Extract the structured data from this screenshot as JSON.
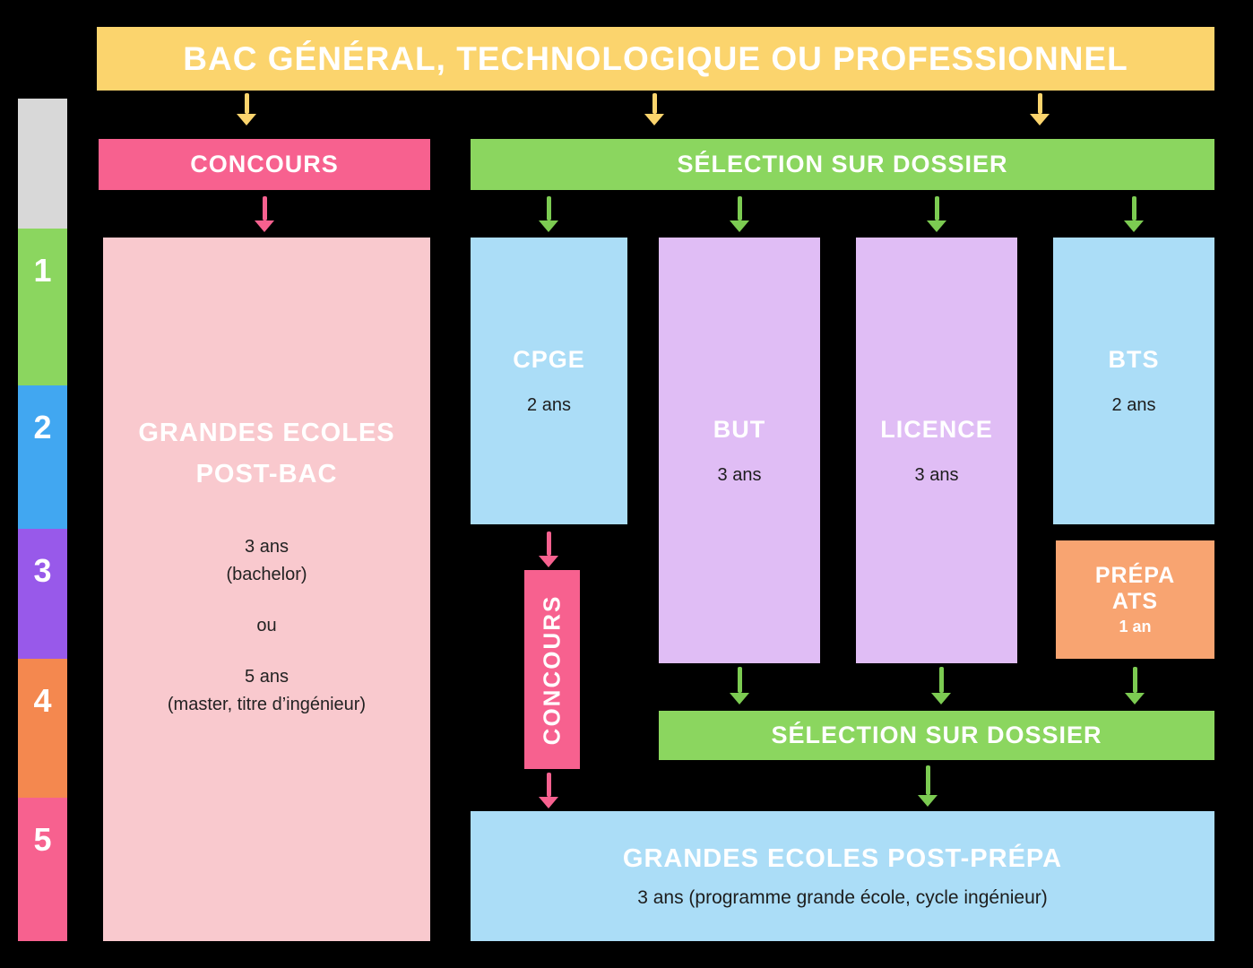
{
  "colors": {
    "background": "#000000",
    "yellow": "#FBD46D",
    "pink": "#F7618F",
    "light_pink": "#F9C9CE",
    "green": "#8BD65F",
    "light_blue": "#ABDDF7",
    "light_purple": "#E0BDF5",
    "orange": "#F8A471",
    "timeline_gray": "#D8D8D8",
    "timeline_blue": "#41A7F1",
    "timeline_purple": "#9859EA",
    "timeline_orange": "#F4884F"
  },
  "banner": {
    "label": "BAC GÉNÉRAL, TECHNOLOGIQUE OU PROFESSIONNEL"
  },
  "timeline": {
    "segments": [
      {
        "label": ""
      },
      {
        "label": "1"
      },
      {
        "label": "2"
      },
      {
        "label": "3"
      },
      {
        "label": "4"
      },
      {
        "label": "5"
      }
    ]
  },
  "concours_top": {
    "label": "CONCOURS"
  },
  "selection_top": {
    "label": "SÉLECTION SUR DOSSIER"
  },
  "post_bac": {
    "title_line1": "GRANDES ECOLES",
    "title_line2": "POST-BAC",
    "option1_line1": "3 ans",
    "option1_line2": "(bachelor)",
    "or_label": "ou",
    "option2_line1": "5 ans",
    "option2_line2": "(master, titre d’ingénieur)"
  },
  "cpge": {
    "title": "CPGE",
    "duration": "2 ans"
  },
  "concours_vertical": {
    "label": "CONCOURS"
  },
  "but": {
    "title": "BUT",
    "duration": "3 ans"
  },
  "licence": {
    "title": "LICENCE",
    "duration": "3 ans"
  },
  "bts": {
    "title": "BTS",
    "duration": "2 ans"
  },
  "prepa_ats": {
    "title_line1": "PRÉPA",
    "title_line2": "ATS",
    "duration": "1 an"
  },
  "selection_bottom": {
    "label": "SÉLECTION SUR DOSSIER"
  },
  "post_prepa": {
    "title": "GRANDES ECOLES POST-PRÉPA",
    "subtitle": "3 ans (programme grande école, cycle ingénieur)"
  }
}
